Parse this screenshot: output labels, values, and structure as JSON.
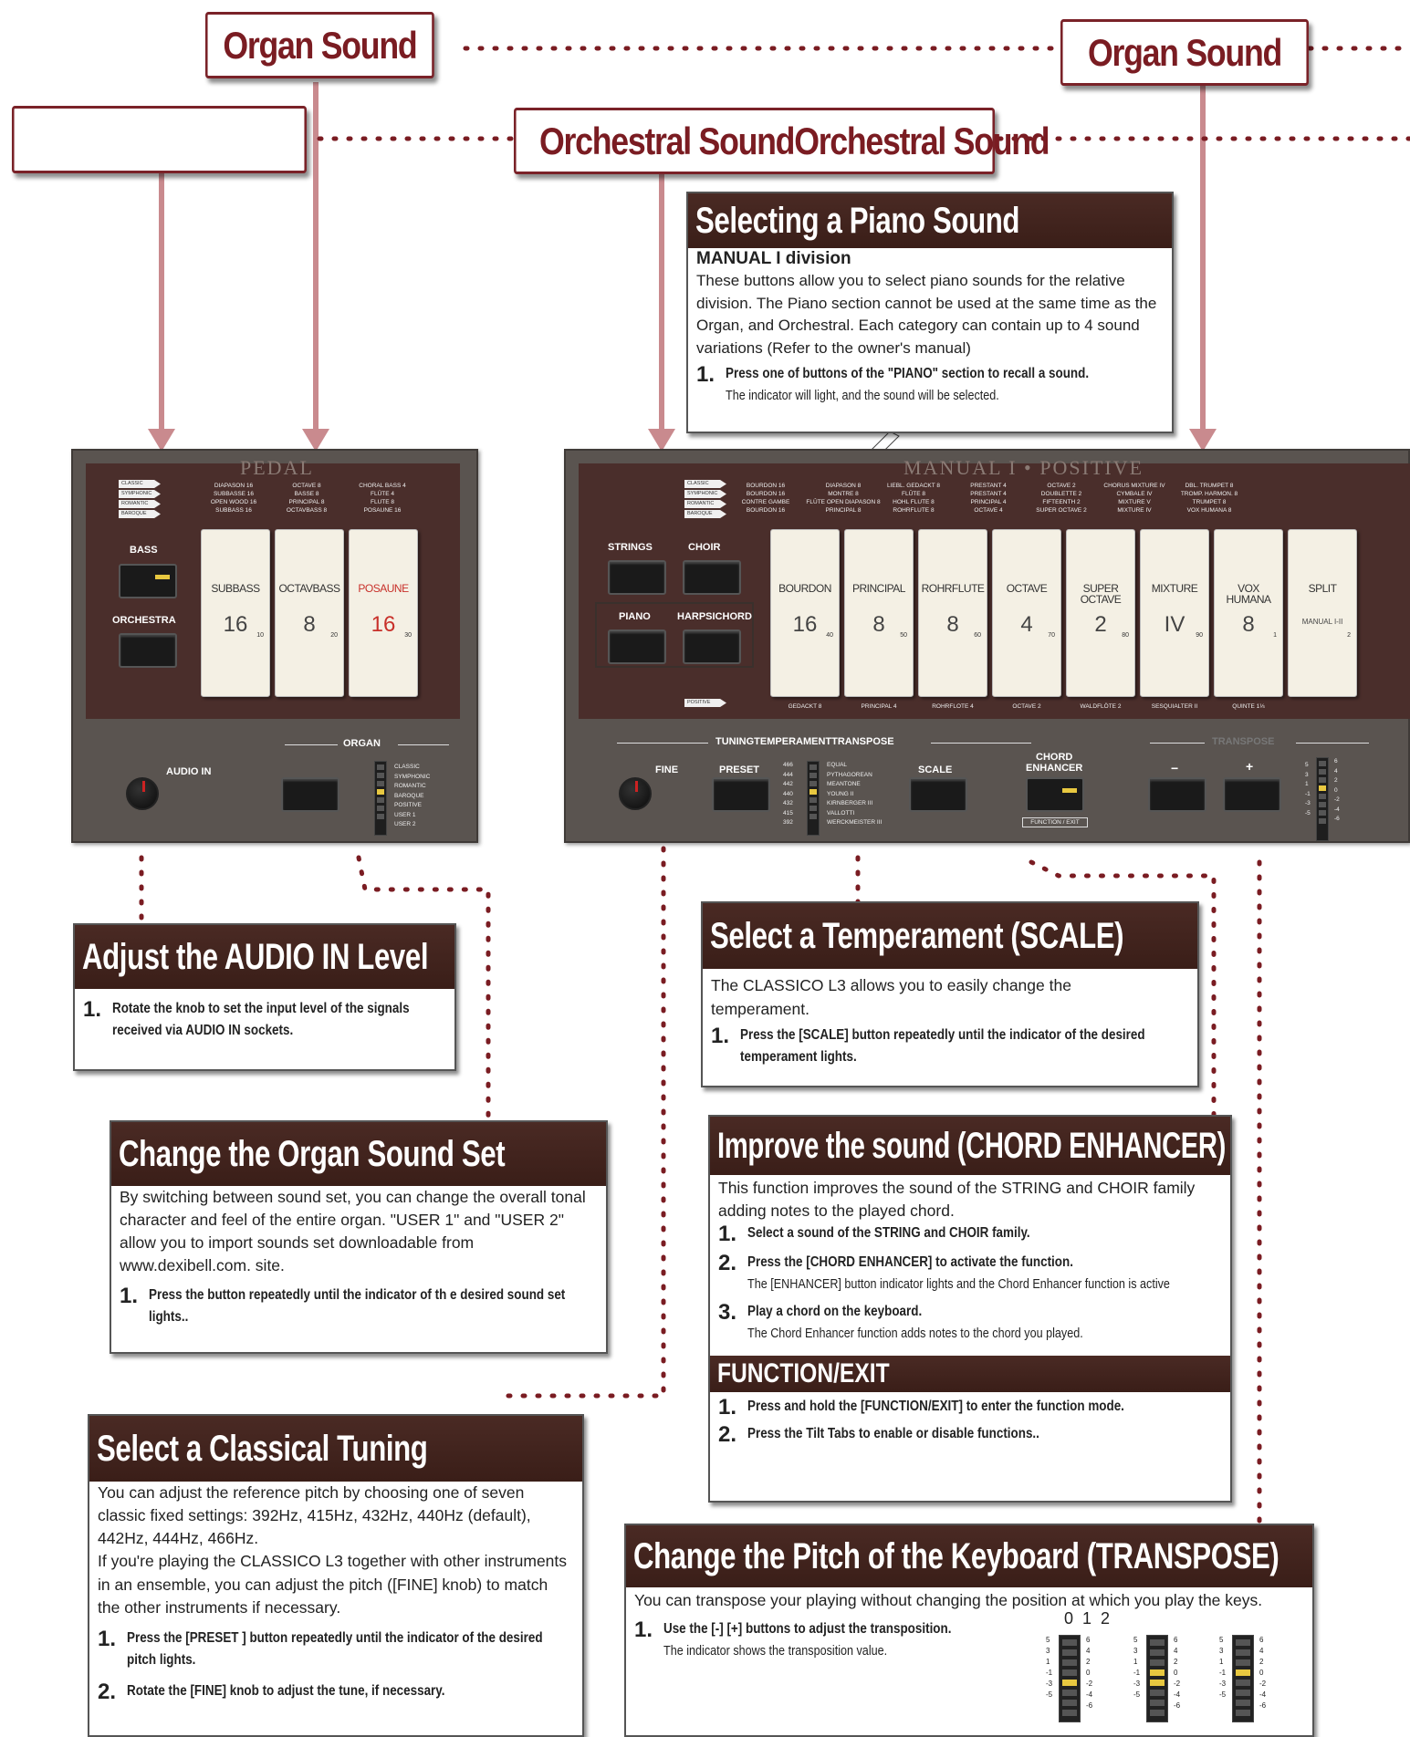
{
  "tags": {
    "organ1": "Organ Sound",
    "organ2": "Organ Sound",
    "blank": "",
    "orch1": "Orchestral Sound",
    "orch2": "Orchestral Sound"
  },
  "colors": {
    "maroon": "#7a1c22",
    "panel": "#5a5450",
    "panel_top": "#4a2e2b",
    "led": "#e8c840",
    "box_head": "#3a1e18"
  },
  "left_panel": {
    "title": "PEDAL",
    "flags": [
      "CLASSIC",
      "SYMPHONIC",
      "ROMANTIC",
      "BAROQUE"
    ],
    "bass": "BASS",
    "orchestra": "ORCHESTRA",
    "col1": "DIAPASON 16\nSUBBASSE 16\nOPEN WOOD 16\nSUBBASS 16",
    "col2": "OCTAVE 8\nBASSE 8\nPRINCIPAL 8\nOCTAVBASS 8",
    "col3": "CHORAL BASS 4\nFLÜTE 4\nFLUTE 8\nPOSAUNE 16",
    "tabs": [
      {
        "name": "SUBBASS",
        "num": "16",
        "idx": "10"
      },
      {
        "name": "OCTAVBASS",
        "num": "8",
        "idx": "20"
      },
      {
        "name": "POSAUNE",
        "num": "16",
        "idx": "30"
      }
    ],
    "organ": "ORGAN",
    "audio_in": "AUDIO IN",
    "sets": "CLASSIC\nSYMPHONIC\nROMANTIC\nBAROQUE\nPOSITIVE\nUSER 1\nUSER 2"
  },
  "right_panel": {
    "title": "MANUAL I • POSITIVE",
    "flags": [
      "CLASSIC",
      "SYMPHONIC",
      "ROMANTIC",
      "BAROQUE"
    ],
    "strings": "STRINGS",
    "choir": "CHOIR",
    "piano": "PIANO",
    "harpsichord": "HARPSICHORD",
    "positive": "POSITIVE",
    "tops": [
      "BOURDON 16\nBOURDON 16\nCONTRE GAMBE\nBOURDON 16",
      "DIAPASON 8\nMONTRE 8\nFLÛTE OPEN DIAPASON 8\nPRINCIPAL 8",
      "LIEBL. GEDACKT 8\nFLÛTE 8\nHOHL FLUTE 8\nROHRFLUTE 8",
      "PRESTANT 4\nPRESTANT 4\nPRINCIPAL 4\nOCTAVE 4",
      "OCTAVE 2\nDOUBLETTE 2\nFIFTEENTH 2\nSUPER OCTAVE 2",
      "CHORUS MIXTURE IV\nCYMBALE IV\nMIXTURE V\nMIXTURE IV",
      "DBL. TRUMPET 8\nTROMP. HARMON. 8\nTRUMPET 8\nVOX HUMANA 8",
      ""
    ],
    "tabs": [
      {
        "name": "BOURDON",
        "num": "16",
        "idx": "40"
      },
      {
        "name": "PRINCIPAL",
        "num": "8",
        "idx": "50"
      },
      {
        "name": "ROHRFLUTE",
        "num": "8",
        "idx": "60"
      },
      {
        "name": "OCTAVE",
        "num": "4",
        "idx": "70"
      },
      {
        "name": "SUPER\nOCTAVE",
        "num": "2",
        "idx": "80"
      },
      {
        "name": "MIXTURE",
        "num": "IV",
        "idx": "90"
      },
      {
        "name": "VOX\nHUMANA",
        "num": "8",
        "idx": "1"
      },
      {
        "name": "SPLIT",
        "num": "MANUAL I-II",
        "idx": "2"
      }
    ],
    "bottoms": [
      "GEDACKT 8",
      "PRINCIPAL 4",
      "ROHRFLOTE 4",
      "OCTAVE 2",
      "WALDFLÖTE 2",
      "SESQUIALTER II",
      "QUINTE 1⅓",
      ""
    ],
    "tuning_header": "TUNING",
    "temperament_header": "TEMPERAMENT",
    "transpose_header": "TRANSPOSE",
    "fine": "FINE",
    "preset": "PRESET",
    "pitches": "466\n444\n442\n440\n432\n415\n392",
    "scales": "EQUAL\nPYTHAGOREAN\nMEANTONE\nYOUNG II\nKIRNBERGER III\nVALLOTTI\nWERCKMEISTER III",
    "scale": "SCALE",
    "chord_enhancer": "CHORD\nENHANCER",
    "function_exit": "FUNCTION / EXIT",
    "minus": "−",
    "plus": "+",
    "transpose_l": "5\n3\n1\n-1\n-3\n-5",
    "transpose_r": "6\n4\n2\n0\n-2\n-4\n-6"
  },
  "piano_box": {
    "title": "Selecting a Piano Sound",
    "subtitle": "MANUAL I division",
    "body": "These buttons allow you to select piano sounds for the relative division. The Piano section cannot be used at the same time as the Organ, and Orchestral. Each category can contain up to 4 sound variations (Refer to the owner's manual)",
    "s1_num": "1.",
    "s1": "Press one of buttons of the \"PIANO\" section to recall a sound.",
    "s1_sub": "The indicator will light, and the sound will be selected."
  },
  "audio_box": {
    "title": "Adjust the AUDIO IN Level",
    "s1_num": "1.",
    "s1": "Rotate the knob to set the input level of the signals",
    "s1b": "received via AUDIO IN sockets."
  },
  "soundset_box": {
    "title": "Change the Organ Sound Set",
    "body": "By switching between sound set, you can change the overall tonal character and feel of the entire organ. \"USER 1\" and \"USER 2\" allow you to import sounds set downloadable from www.dexibell.com. site.",
    "s1_num": "1.",
    "s1": "Press the button repeatedly until the indicator of th e desired sound set",
    "s1b": "lights.."
  },
  "tuning_box": {
    "title": "Select a Classical Tuning",
    "body": "You can adjust the reference pitch by choosing one of seven classic fixed settings: 392Hz, 415Hz, 432Hz, 440Hz (default), 442Hz, 444Hz, 466Hz.",
    "body2": "If you're playing the CLASSICO L3  together with other instruments in an ensemble, you can adjust the pitch ([FINE] knob) to match the other instruments if necessary.",
    "s1_num": "1.",
    "s1": "Press the [PRESET ] button repeatedly until the indicator of the desired",
    "s1b": "pitch  lights.",
    "s2_num": "2.",
    "s2": "Rotate the [FINE] knob to adjust the tune, if necessary."
  },
  "temperament_box": {
    "title": "Select a Temperament (SCALE)",
    "body": "The CLASSICO L3 allows you to easily change the temperament.",
    "s1_num": "1.",
    "s1": "Press the [SCALE] button repeatedly until the indicator of the desired",
    "s1b": "temperament lights."
  },
  "chord_box": {
    "title": "Improve the sound (CHORD ENHANCER)",
    "body": "This function improves the sound of the STRING and CHOIR family adding notes to the played chord.",
    "s1_num": "1.",
    "s1": "Select a sound of the STRING and CHOIR family.",
    "s2_num": "2.",
    "s2": "Press the [CHORD ENHANCER] to activate the function.",
    "s2_sub": "The [ENHANCER] button indicator lights and the Chord Enhancer function is active",
    "s3_num": "3.",
    "s3": "Play a chord on the keyboard.",
    "s3_sub": "The Chord Enhancer function adds notes to the chord you played.",
    "fn_title": "FUNCTION/EXIT",
    "f1_num": "1.",
    "f1": "Press and hold the [FUNCTION/EXIT] to enter the function mode.",
    "f2_num": "2.",
    "f2": "Press the Tilt Tabs to enable or disable functions.."
  },
  "transpose_box": {
    "title": "Change the  Pitch  of the Keyboard (TRANSPOSE)",
    "body": "You can transpose your playing without changing the position at which you play the keys.",
    "s1_num": "1.",
    "s1": "Use the [-] [+] buttons to adjust the transposition.",
    "s1_sub": "The indicator shows the transposition value.",
    "digits": "0  1  2",
    "scale_l": "5\n3\n1\n-1\n-3\n-5",
    "scale_r": "6\n4\n2\n0\n-2\n-4\n-6"
  }
}
